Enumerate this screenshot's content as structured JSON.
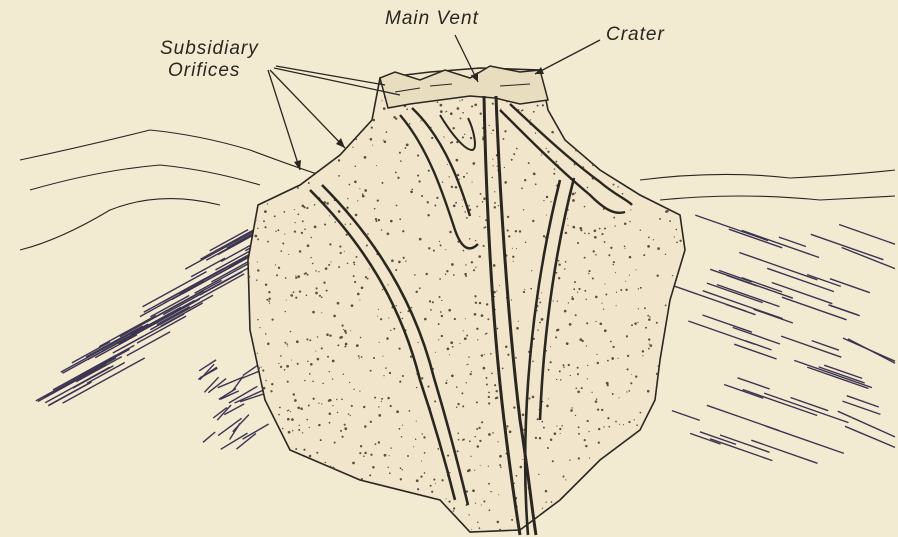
{
  "diagram": {
    "labels": {
      "subsidiary_line1": "Subsidiary",
      "subsidiary_line2": "Orifices",
      "main_vent": "Main Vent",
      "crater": "Crater"
    },
    "colors": {
      "paper": "#f3ead2",
      "ink": "#2a2620",
      "dark_ink": "#3c3450",
      "stipple": "#5a5040"
    }
  }
}
